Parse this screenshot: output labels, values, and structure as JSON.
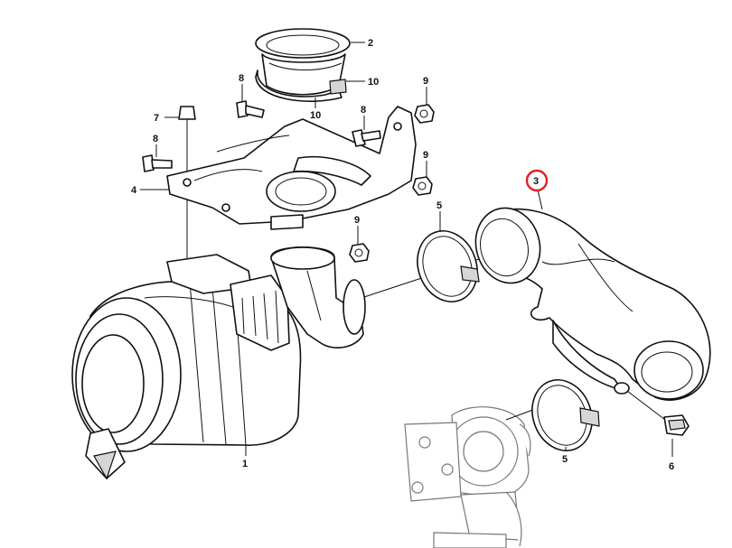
{
  "highlight_color": "#e31e24",
  "callouts": {
    "c1": "1",
    "c2": "2",
    "c3": "3",
    "c4": "4",
    "c5a": "5",
    "c5b": "5",
    "c6": "6",
    "c7": "7",
    "c8a": "8",
    "c8b": "8",
    "c8c": "8",
    "c9a": "9",
    "c9b": "9",
    "c9c": "9",
    "c10a": "10",
    "c10b": "10"
  }
}
